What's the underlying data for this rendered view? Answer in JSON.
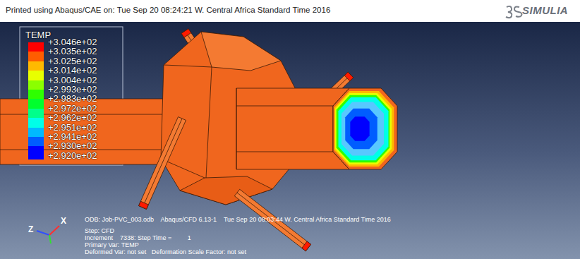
{
  "diagram": {
    "labels": [
      "Printed using Abaqus/CAE on: Tue Sep 20 08:24:21 W. Central Africa Standard Time 2016",
      "SIMULIA",
      "TEMP",
      "ODB: Job-PVC_003.odb    Abaqus/CFD 6.13-1    Tue Sep 20 08:03:44 W. Central Africa Standard Time 2016",
      "Step: CFD",
      "Increment    7338: Step Time =         1",
      "Primary Var: TEMP",
      "Deformed Var: not set   Deformation Scale Factor: not set",
      "Z",
      "X"
    ],
    "legend": [
      {
        "text": "+3.046e+02",
        "color": "#ff0000"
      },
      {
        "text": "+3.035e+02",
        "color": "#ff5d00"
      },
      {
        "text": "+3.025e+02",
        "color": "#ffb900"
      },
      {
        "text": "+3.014e+02",
        "color": "#e8ff00"
      },
      {
        "text": "+3.004e+02",
        "color": "#8bff00"
      },
      {
        "text": "+2.993e+02",
        "color": "#2eff00"
      },
      {
        "text": "+2.983e+02",
        "color": "#00ff2e"
      },
      {
        "text": "+2.972e+02",
        "color": "#00ff8b"
      },
      {
        "text": "+2.962e+02",
        "color": "#00ffe8"
      },
      {
        "text": "+2.951e+02",
        "color": "#00b9ff"
      },
      {
        "text": "+2.941e+02",
        "color": "#005dff"
      },
      {
        "text": "+2.930e+02",
        "color": "#0000ff"
      },
      {
        "text": "+2.920e+02",
        "color": "#0000ff"
      }
    ]
  }
}
